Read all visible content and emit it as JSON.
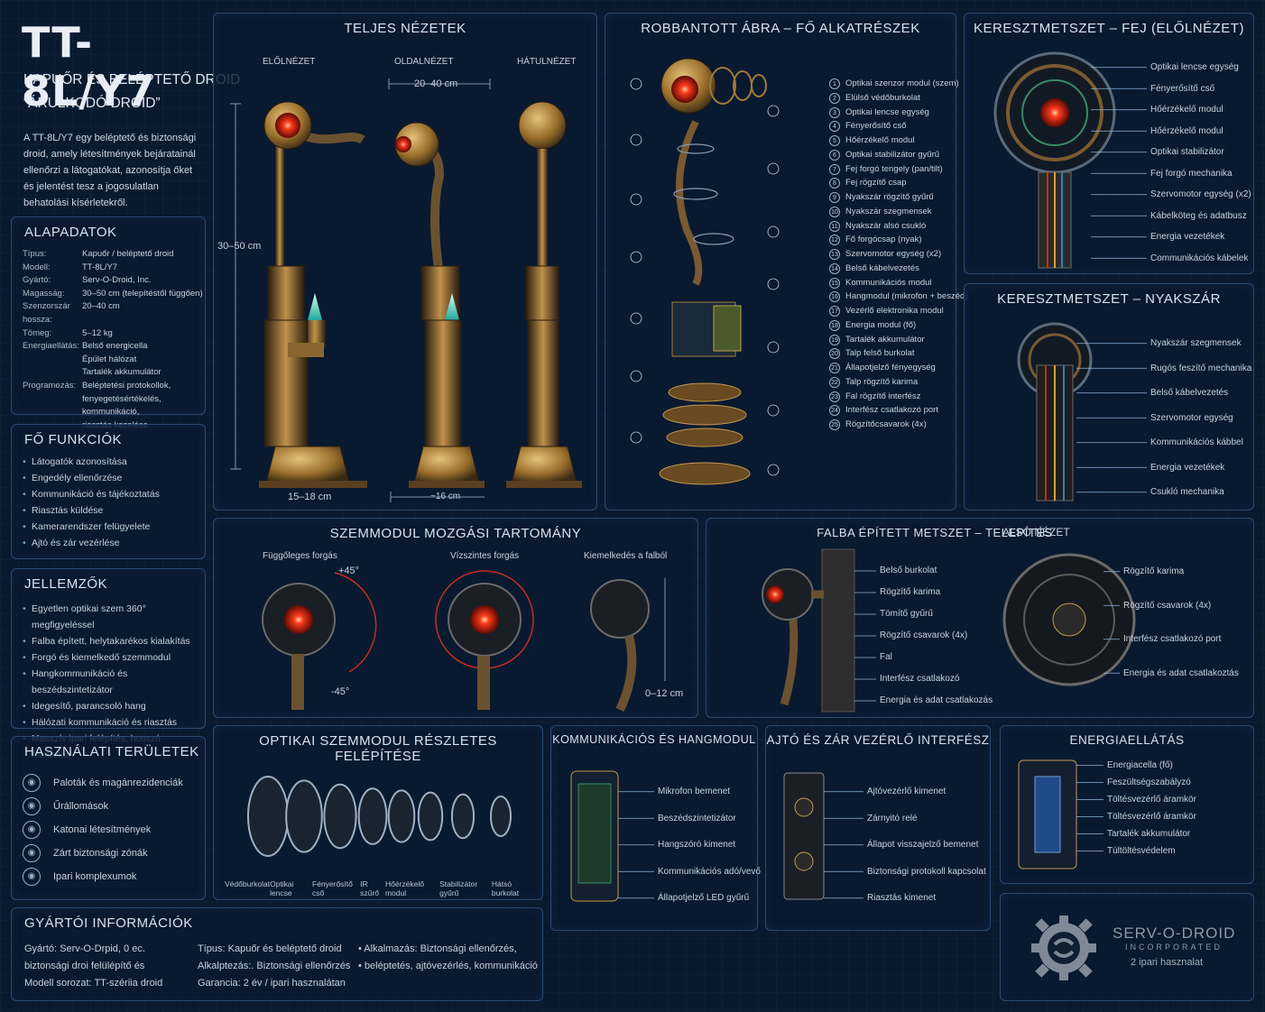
{
  "header": {
    "model": "TT-8L/Y7",
    "subtitle": "KAPUŐR ÉS BELÉPTETŐ DROID",
    "nickname": "“ÁRULKODÓ DROID”",
    "description": "A TT-8L/Y7 egy beléptető és biztonsági droid, amely létesítmények bejáratainál ellenőrzi a látogatókat, azonosítja őket és jelentést tesz a jogosulatlan behatolási kísérletekről."
  },
  "basics": {
    "title": "ALAPADATOK",
    "rows": [
      {
        "k": "Típus:",
        "v": "Kapuőr / beléptető droid"
      },
      {
        "k": "Modell:",
        "v": "TT-8L/Y7"
      },
      {
        "k": "Gyártó:",
        "v": "Serv-O-Droid, Inc."
      },
      {
        "k": "Magasság:",
        "v": "30–50 cm (telepítéstől függően)"
      },
      {
        "k": "Szenzorszár hossza:",
        "v": "20–40 cm"
      },
      {
        "k": "Tömeg:",
        "v": "5–12 kg"
      },
      {
        "k": "Energiaellátás:",
        "v": "Belső energicella"
      },
      {
        "k": "",
        "v": "Épület hálózat"
      },
      {
        "k": "",
        "v": "Tartalék akkumulátor"
      },
      {
        "k": "Programozás:",
        "v": "Beléptetési protokollok,"
      },
      {
        "k": "",
        "v": "fenyegetésértékelés, kommunikáció,"
      },
      {
        "k": "",
        "v": "riasztás kezelése"
      }
    ]
  },
  "functions": {
    "title": "FŐ FUNKCIÓK",
    "items": [
      "Látogatók azonosítása",
      "Engedély ellenőrzése",
      "Kommunikáció és tájékoztatás",
      "Riasztás küldése",
      "Kamerarendszer felügyelete",
      "Ajtó és zár vezérlése"
    ]
  },
  "features": {
    "title": "JELLEMZŐK",
    "items": [
      "Egyetlen optikai szem 360° megfigyeléssel",
      "Falba épített, helytakarékos kialakítás",
      "Forgó és kiemelkedő szemmodul",
      "Hangkommunikáció és beszédszintetizátor",
      "Idegesítő, parancsoló hang",
      "Hálózati kommunikáció és riasztás",
      "Masszív ipari felépítés, hosszú élettartam"
    ]
  },
  "usage": {
    "title": "HASZNÁLATI TERÜLETEK",
    "items": [
      {
        "label": "Paloták és magánrezidenciák",
        "icon": "palace-icon"
      },
      {
        "label": "Űrállomások",
        "icon": "station-icon"
      },
      {
        "label": "Katonai létesítmények",
        "icon": "military-icon"
      },
      {
        "label": "Zárt biztonsági zónák",
        "icon": "lock-zone-icon"
      },
      {
        "label": "Ipari komplexumok",
        "icon": "factory-icon"
      }
    ]
  },
  "manufacturer": {
    "title": "GYÁRTÓI INFORMÁCIÓK",
    "col1": [
      "Gyártó:  Serv-O-Drpid, 0 ec.",
      "biztonsági droi felülépítő és",
      "Modell sorozat:  TT-szériia droid"
    ],
    "col2": [
      "Típus:  Kapuőr és beléptető droid",
      "Alkalptezás:. Biztonsági ellenőrzés",
      "Garancia:  2 év / ipari hasznalátan"
    ],
    "col3": [
      "• Alkalmazás:  Biztonsági ellenőrzés,",
      "• beléptetés, ajtóvezérlés, kommunikáció"
    ]
  },
  "views": {
    "title": "TELJES NÉZETEK",
    "front": "ELŐLNÉZET",
    "side": "OLDALNÉZET",
    "back": "HÁTULNÉZET",
    "dim_arm": "20–40 cm",
    "dim_height": "30–50 cm",
    "dim_base": "15–18 cm",
    "dim_base2": "~16 cm"
  },
  "exploded": {
    "title": "ROBBANTOTT ÁBRA – FŐ ALKATRÉSZEK",
    "parts": [
      "Optikai szenzor modul (szem)",
      "Elülső védőburkolat",
      "Optikai lencse egység",
      "Fényerősítő cső",
      "Hőérzékelő modul",
      "Optikai stabilizátor gyűrű",
      "Fej forgó tengely (pan/tilt)",
      "Fej rögzítő csap",
      "Nyakszár rögzítő gyűrű",
      "Nyakszár szegmensek",
      "Nyakszár alsó csukló",
      "Fő forgócsap (nyak)",
      "Szervomotor egység (x2)",
      "Belső kábelvezetés",
      "Kommunikációs modul",
      "Hangmodul (mikrofon + beszéd)",
      "Vezérlő elektronika modul",
      "Energia modul (fő)",
      "Tartalék akkumulátor",
      "Talp felső burkolat",
      "Állapotjelző fényegység",
      "Talp rögzítő karima",
      "Fal rögzítő interfész",
      "Interfész csatlakozó port",
      "Rögzítőcsavarok (4x)"
    ]
  },
  "head_section": {
    "title": "KERESZTMETSZET – FEJ (ELŐLNÉZET)",
    "labels": [
      "Optikai lencse egység",
      "Fényerősítő cső",
      "Hőérzékelő modul",
      "Hőérzékelő modul",
      "Optikai stabilizátor",
      "Fej forgó mechanika",
      "Szervomotor egység (x2)",
      "Kábelköteg és adatbusz",
      "Energia vezetékek",
      "Communikációs kábelek"
    ]
  },
  "neck_section": {
    "title": "KERESZTMETSZET – NYAKSZÁR",
    "labels": [
      "Nyakszár szegmensek",
      "Rugós feszítő mechanika",
      "Belső kábelvezetés",
      "Szervomotor egység",
      "Kommunikációs kábbel",
      "Energia vezetékek",
      "Csukló mechanika"
    ]
  },
  "motion": {
    "title": "SZEMMODUL MOZGÁSI TARTOMÁNY",
    "vertical": "Függőleges forgás",
    "horizontal": "Vízszintes forgás",
    "extend": "Kiemelkedés a falból",
    "plus": "+45°",
    "minus": "-45°",
    "extend_range": "0–12 cm"
  },
  "wall": {
    "title": "FALBA ÉPÍTETT METSZET – TELEPÍTÉS",
    "rear_title": "ALSÓ NÉZET",
    "labels": [
      "Belső burkolat",
      "Rögzítő karima",
      "Tömítő gyűrű",
      "Rögzítő csavarok (4x)",
      "Fal",
      "Interfész csatlakozó",
      "Energia és adat csatlakozás"
    ],
    "rear_labels": [
      "Rögzítő karima",
      "Rögzítő csavarok (4x)",
      "Interfész csatlakozó port",
      "Energia és adat csatlakoztás"
    ]
  },
  "optics": {
    "title": "OPTIKAI SZEMMODUL RÉSZLETES FELÉPÍTÉSE",
    "labels": [
      "Védőburkolat",
      "Optikai lencse",
      "Fényerősítő cső",
      "IR szűrő",
      "Hőérzékelő modul",
      "Stabilizátor gyűrű",
      "Hátsó burkolat"
    ]
  },
  "comm": {
    "title": "KOMMUNIKÁCIÓS ÉS HANGMODUL",
    "labels": [
      "Mikrofon bemenet",
      "Beszédszintetizátor",
      "Hangszóró kimenet",
      "Kommunikációs adó/vevő",
      "Állapotjelző LED gyűrű"
    ]
  },
  "door": {
    "title": "AJTÓ ÉS ZÁR VEZÉRLŐ INTERFÉSZ",
    "labels": [
      "Ajtóvezérlő kimenet",
      "Zárnyitó relé",
      "Állapot visszajelző bemenet",
      "Biztonsági protokoll kapcsolat",
      "Riasztás kimenet"
    ]
  },
  "energy": {
    "title": "ENERGIAELLÁTÁS",
    "labels": [
      "Energiacella (fő)",
      "Feszültségszabályzó",
      "Töltésvezérlő áramkör",
      "Töltésvezérlő áramkör",
      "Tartalék akkumulátor",
      "Túltöltésvédelem"
    ]
  },
  "brand": {
    "name": "SERV-O-DROID",
    "sub": "INCORPORATED",
    "note": "2 ipari hasznalat"
  },
  "colors": {
    "accent": "#d7e2f0",
    "eye": "#ff3a1a",
    "brass": "#b8893a",
    "panel_border": "#2a4a70"
  }
}
